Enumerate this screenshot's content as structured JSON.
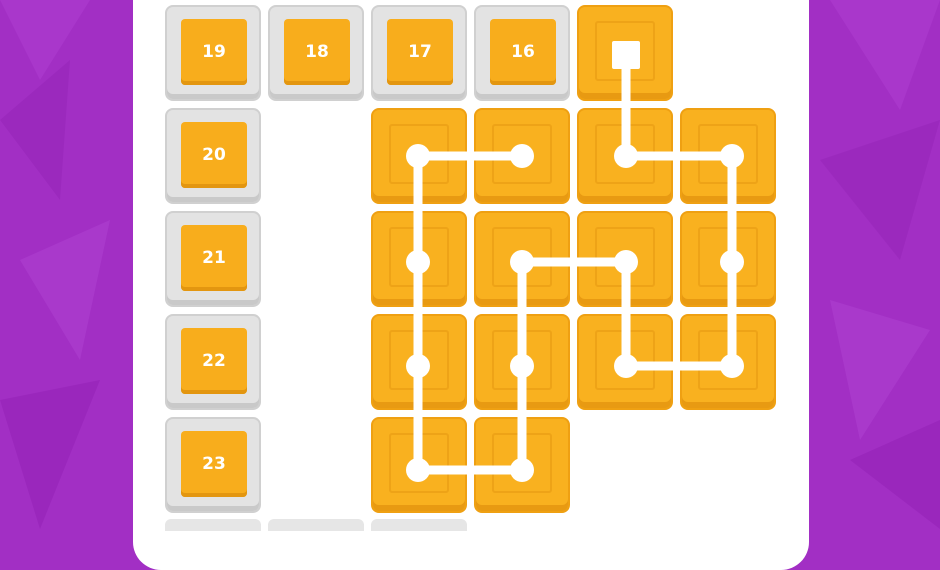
{
  "game": {
    "numbered_cells": [
      {
        "label": "19"
      },
      {
        "label": "18"
      },
      {
        "label": "17"
      },
      {
        "label": "16"
      },
      {
        "label": "20"
      },
      {
        "label": "21"
      },
      {
        "label": "22"
      },
      {
        "label": "23"
      }
    ],
    "colors": {
      "background": "#a22fc4",
      "board": "#ffffff",
      "tile_orange": "#f8ad1c",
      "cell_grey": "#e3e3e3",
      "path": "#ffffff"
    }
  }
}
